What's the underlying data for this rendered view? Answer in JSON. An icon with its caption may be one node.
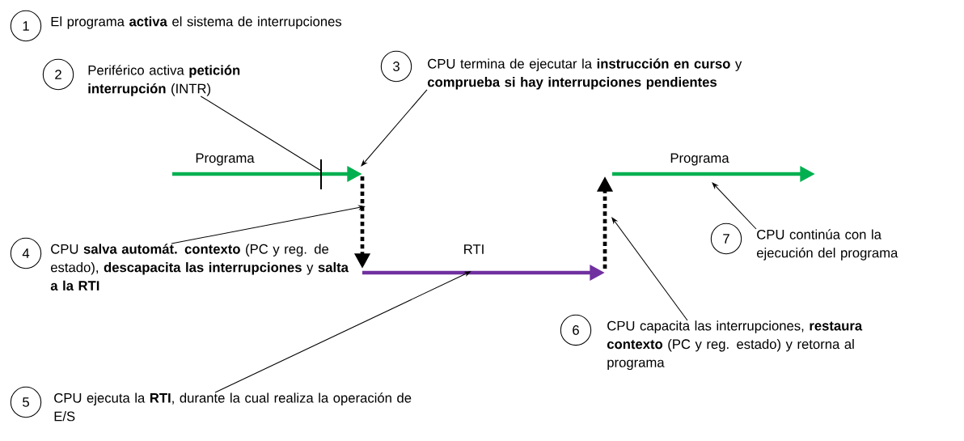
{
  "diagram": {
    "nodes": [
      {
        "text": [
          "1"
        ],
        "beside": [
          "El programa **activa** el sistema de interrupciones"
        ]
      },
      {
        "text": [
          "2"
        ],
        "beside": [
          "Periférico activa **petición interrupción** (INTR)"
        ]
      },
      {
        "text": [
          "3"
        ],
        "beside": [
          "CPU termina de ejecutar la **instrucción en curso** y **comprueba si hay interrupciones pendientes**"
        ]
      },
      {
        "text": [
          "4"
        ],
        "beside": [
          "CPU **salva automát. contexto** (PC y reg. de estado), **descapacita las interrupciones** y **salta a la RTI**"
        ]
      },
      {
        "text": [
          "5"
        ],
        "beside": [
          "CPU ejecuta la **RTI**, durante la cual realiza la operación de E/S"
        ]
      },
      {
        "text": [
          "6"
        ],
        "beside": [
          "CPU capacita las interrupciones, **restaura contexto** (PC y reg. estado) y retorna al programa"
        ]
      },
      {
        "text": [
          "7"
        ],
        "beside": [
          "CPU continúa con la ejecución del programa"
        ]
      }
    ],
    "edges": [
      {
        "from": 1,
        "to": null,
        "arrow": "none"
      },
      {
        "from": 2,
        "to": null,
        "arrow": "to"
      },
      {
        "from": 3,
        "to": null,
        "arrow": "to"
      },
      {
        "from": 4,
        "to": null,
        "arrow": "to"
      },
      {
        "from": 5,
        "to": null,
        "arrow": "to"
      },
      {
        "from": 6,
        "to": null,
        "arrow": "to"
      }
    ],
    "labels": [
      "Programa",
      "RTI",
      "Programa"
    ]
  }
}
